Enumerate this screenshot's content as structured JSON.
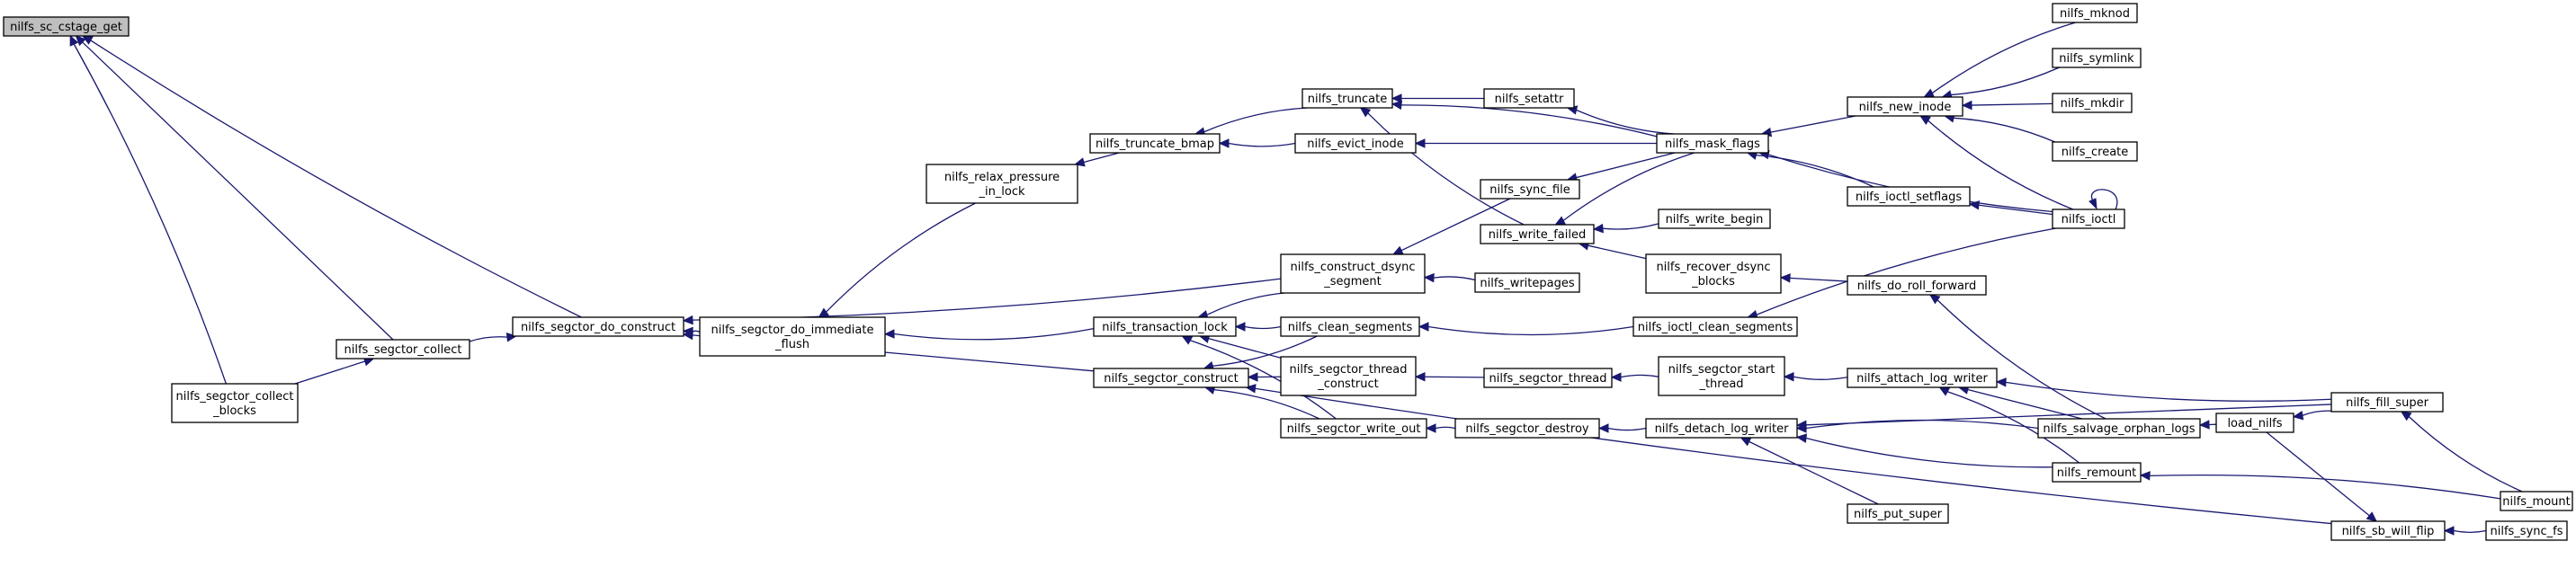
{
  "nodes": [
    {
      "id": "nilfs_sc_cstage_get",
      "label": [
        "nilfs_sc_cstage_get"
      ],
      "highlight": true
    },
    {
      "id": "nilfs_segctor_do_construct",
      "label": [
        "nilfs_segctor_do_construct"
      ]
    },
    {
      "id": "nilfs_segctor_collect",
      "label": [
        "nilfs_segctor_collect"
      ]
    },
    {
      "id": "nilfs_segctor_collect_blocks",
      "label": [
        "nilfs_segctor_collect",
        "_blocks"
      ]
    },
    {
      "id": "nilfs_segctor_do_immediate_flush",
      "label": [
        "nilfs_segctor_do_immediate",
        "_flush"
      ]
    },
    {
      "id": "nilfs_segctor_construct",
      "label": [
        "nilfs_segctor_construct"
      ]
    },
    {
      "id": "nilfs_relax_pressure_in_lock",
      "label": [
        "nilfs_relax_pressure",
        "_in_lock"
      ]
    },
    {
      "id": "nilfs_transaction_lock",
      "label": [
        "nilfs_transaction_lock"
      ]
    },
    {
      "id": "nilfs_truncate_bmap",
      "label": [
        "nilfs_truncate_bmap"
      ]
    },
    {
      "id": "nilfs_truncate",
      "label": [
        "nilfs_truncate"
      ]
    },
    {
      "id": "nilfs_evict_inode",
      "label": [
        "nilfs_evict_inode"
      ]
    },
    {
      "id": "nilfs_construct_dsync_segment",
      "label": [
        "nilfs_construct_dsync",
        "_segment"
      ]
    },
    {
      "id": "nilfs_clean_segments",
      "label": [
        "nilfs_clean_segments"
      ]
    },
    {
      "id": "nilfs_segctor_thread_construct",
      "label": [
        "nilfs_segctor_thread",
        "_construct"
      ]
    },
    {
      "id": "nilfs_segctor_write_out",
      "label": [
        "nilfs_segctor_write_out"
      ]
    },
    {
      "id": "nilfs_setattr",
      "label": [
        "nilfs_setattr"
      ]
    },
    {
      "id": "nilfs_sync_file",
      "label": [
        "nilfs_sync_file"
      ]
    },
    {
      "id": "nilfs_write_failed",
      "label": [
        "nilfs_write_failed"
      ]
    },
    {
      "id": "nilfs_writepages",
      "label": [
        "nilfs_writepages"
      ]
    },
    {
      "id": "nilfs_segctor_thread",
      "label": [
        "nilfs_segctor_thread"
      ]
    },
    {
      "id": "nilfs_segctor_destroy",
      "label": [
        "nilfs_segctor_destroy"
      ]
    },
    {
      "id": "nilfs_mask_flags",
      "label": [
        "nilfs_mask_flags"
      ]
    },
    {
      "id": "nilfs_write_begin",
      "label": [
        "nilfs_write_begin"
      ]
    },
    {
      "id": "nilfs_recover_dsync_blocks",
      "label": [
        "nilfs_recover_dsync",
        "_blocks"
      ]
    },
    {
      "id": "nilfs_ioctl_clean_segments",
      "label": [
        "nilfs_ioctl_clean_segments"
      ]
    },
    {
      "id": "nilfs_segctor_start_thread",
      "label": [
        "nilfs_segctor_start",
        "_thread"
      ]
    },
    {
      "id": "nilfs_detach_log_writer",
      "label": [
        "nilfs_detach_log_writer"
      ]
    },
    {
      "id": "nilfs_new_inode",
      "label": [
        "nilfs_new_inode"
      ]
    },
    {
      "id": "nilfs_ioctl_setflags",
      "label": [
        "nilfs_ioctl_setflags"
      ]
    },
    {
      "id": "nilfs_do_roll_forward",
      "label": [
        "nilfs_do_roll_forward"
      ]
    },
    {
      "id": "nilfs_attach_log_writer",
      "label": [
        "nilfs_attach_log_writer"
      ]
    },
    {
      "id": "nilfs_put_super",
      "label": [
        "nilfs_put_super"
      ]
    },
    {
      "id": "nilfs_mknod",
      "label": [
        "nilfs_mknod"
      ]
    },
    {
      "id": "nilfs_symlink",
      "label": [
        "nilfs_symlink"
      ]
    },
    {
      "id": "nilfs_mkdir",
      "label": [
        "nilfs_mkdir"
      ]
    },
    {
      "id": "nilfs_create",
      "label": [
        "nilfs_create"
      ]
    },
    {
      "id": "nilfs_ioctl",
      "label": [
        "nilfs_ioctl"
      ]
    },
    {
      "id": "nilfs_salvage_orphan_logs",
      "label": [
        "nilfs_salvage_orphan_logs"
      ]
    },
    {
      "id": "nilfs_remount",
      "label": [
        "nilfs_remount"
      ]
    },
    {
      "id": "nilfs_sb_will_flip",
      "label": [
        "nilfs_sb_will_flip"
      ]
    },
    {
      "id": "load_nilfs",
      "label": [
        "load_nilfs"
      ]
    },
    {
      "id": "nilfs_fill_super",
      "label": [
        "nilfs_fill_super"
      ]
    },
    {
      "id": "nilfs_mount",
      "label": [
        "nilfs_mount"
      ]
    },
    {
      "id": "nilfs_sync_fs",
      "label": [
        "nilfs_sync_fs"
      ]
    }
  ],
  "edges": [
    [
      "nilfs_segctor_do_construct",
      "nilfs_sc_cstage_get"
    ],
    [
      "nilfs_segctor_collect",
      "nilfs_sc_cstage_get"
    ],
    [
      "nilfs_segctor_collect_blocks",
      "nilfs_sc_cstage_get"
    ],
    [
      "nilfs_segctor_collect",
      "nilfs_segctor_do_construct"
    ],
    [
      "nilfs_segctor_collect_blocks",
      "nilfs_segctor_collect"
    ],
    [
      "nilfs_segctor_do_immediate_flush",
      "nilfs_segctor_do_construct"
    ],
    [
      "nilfs_construct_dsync_segment",
      "nilfs_segctor_do_construct"
    ],
    [
      "nilfs_segctor_construct",
      "nilfs_segctor_do_construct"
    ],
    [
      "nilfs_relax_pressure_in_lock",
      "nilfs_segctor_do_immediate_flush"
    ],
    [
      "nilfs_transaction_lock",
      "nilfs_segctor_do_immediate_flush"
    ],
    [
      "nilfs_truncate_bmap",
      "nilfs_relax_pressure_in_lock"
    ],
    [
      "nilfs_truncate",
      "nilfs_truncate_bmap"
    ],
    [
      "nilfs_evict_inode",
      "nilfs_truncate_bmap"
    ],
    [
      "nilfs_setattr",
      "nilfs_truncate"
    ],
    [
      "nilfs_mask_flags",
      "nilfs_truncate"
    ],
    [
      "nilfs_write_failed",
      "nilfs_truncate"
    ],
    [
      "nilfs_mask_flags",
      "nilfs_evict_inode"
    ],
    [
      "nilfs_construct_dsync_segment",
      "nilfs_transaction_lock"
    ],
    [
      "nilfs_clean_segments",
      "nilfs_transaction_lock"
    ],
    [
      "nilfs_segctor_thread_construct",
      "nilfs_transaction_lock"
    ],
    [
      "nilfs_segctor_write_out",
      "nilfs_transaction_lock"
    ],
    [
      "nilfs_clean_segments",
      "nilfs_segctor_construct"
    ],
    [
      "nilfs_segctor_thread_construct",
      "nilfs_segctor_construct"
    ],
    [
      "nilfs_segctor_write_out",
      "nilfs_segctor_construct"
    ],
    [
      "nilfs_sb_will_flip",
      "nilfs_segctor_construct"
    ],
    [
      "nilfs_sync_file",
      "nilfs_construct_dsync_segment"
    ],
    [
      "nilfs_writepages",
      "nilfs_construct_dsync_segment"
    ],
    [
      "nilfs_ioctl_clean_segments",
      "nilfs_clean_segments"
    ],
    [
      "nilfs_segctor_thread",
      "nilfs_segctor_thread_construct"
    ],
    [
      "nilfs_segctor_destroy",
      "nilfs_segctor_write_out"
    ],
    [
      "nilfs_mask_flags",
      "nilfs_setattr"
    ],
    [
      "nilfs_mask_flags",
      "nilfs_sync_file"
    ],
    [
      "nilfs_mask_flags",
      "nilfs_write_failed"
    ],
    [
      "nilfs_write_begin",
      "nilfs_write_failed"
    ],
    [
      "nilfs_recover_dsync_blocks",
      "nilfs_write_failed"
    ],
    [
      "nilfs_segctor_start_thread",
      "nilfs_segctor_thread"
    ],
    [
      "nilfs_detach_log_writer",
      "nilfs_segctor_destroy"
    ],
    [
      "nilfs_new_inode",
      "nilfs_mask_flags"
    ],
    [
      "nilfs_ioctl_setflags",
      "nilfs_mask_flags"
    ],
    [
      "nilfs_ioctl",
      "nilfs_mask_flags"
    ],
    [
      "nilfs_do_roll_forward",
      "nilfs_recover_dsync_blocks"
    ],
    [
      "nilfs_ioctl",
      "nilfs_ioctl_clean_segments"
    ],
    [
      "nilfs_attach_log_writer",
      "nilfs_segctor_start_thread"
    ],
    [
      "nilfs_put_super",
      "nilfs_detach_log_writer"
    ],
    [
      "nilfs_salvage_orphan_logs",
      "nilfs_detach_log_writer"
    ],
    [
      "nilfs_remount",
      "nilfs_detach_log_writer"
    ],
    [
      "nilfs_fill_super",
      "nilfs_detach_log_writer"
    ],
    [
      "nilfs_mknod",
      "nilfs_new_inode"
    ],
    [
      "nilfs_symlink",
      "nilfs_new_inode"
    ],
    [
      "nilfs_mkdir",
      "nilfs_new_inode"
    ],
    [
      "nilfs_create",
      "nilfs_new_inode"
    ],
    [
      "nilfs_ioctl",
      "nilfs_new_inode"
    ],
    [
      "nilfs_ioctl",
      "nilfs_ioctl_setflags"
    ],
    [
      "nilfs_ioctl",
      "nilfs_ioctl"
    ],
    [
      "nilfs_salvage_orphan_logs",
      "nilfs_do_roll_forward"
    ],
    [
      "nilfs_salvage_orphan_logs",
      "nilfs_attach_log_writer"
    ],
    [
      "nilfs_remount",
      "nilfs_attach_log_writer"
    ],
    [
      "nilfs_fill_super",
      "nilfs_attach_log_writer"
    ],
    [
      "load_nilfs",
      "nilfs_salvage_orphan_logs"
    ],
    [
      "nilfs_mount",
      "nilfs_remount"
    ],
    [
      "nilfs_sync_fs",
      "nilfs_sb_will_flip"
    ],
    [
      "load_nilfs",
      "nilfs_sb_will_flip"
    ],
    [
      "nilfs_fill_super",
      "load_nilfs"
    ],
    [
      "nilfs_mount",
      "nilfs_fill_super"
    ]
  ]
}
